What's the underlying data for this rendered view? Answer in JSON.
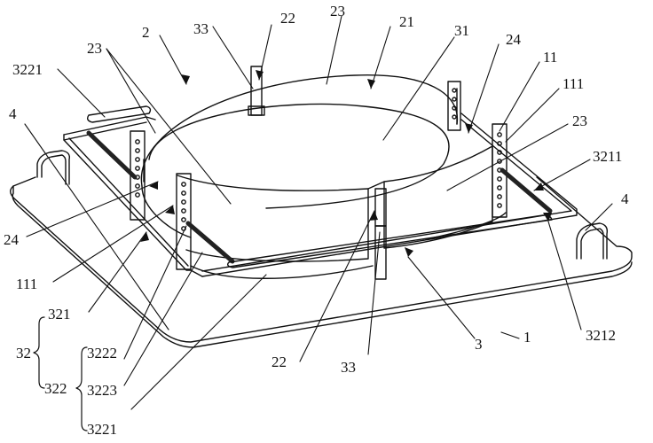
{
  "figure": {
    "labels": [
      {
        "id": "l-2",
        "text": "2"
      },
      {
        "id": "l-33-top",
        "text": "33"
      },
      {
        "id": "l-22-top",
        "text": "22"
      },
      {
        "id": "l-23-top",
        "text": "23"
      },
      {
        "id": "l-21",
        "text": "21"
      },
      {
        "id": "l-31",
        "text": "31"
      },
      {
        "id": "l-24-right",
        "text": "24"
      },
      {
        "id": "l-11",
        "text": "11"
      },
      {
        "id": "l-111-right",
        "text": "111"
      },
      {
        "id": "l-23-right",
        "text": "23"
      },
      {
        "id": "l-3211",
        "text": "3211"
      },
      {
        "id": "l-4-right",
        "text": "4"
      },
      {
        "id": "l-3212",
        "text": "3212"
      },
      {
        "id": "l-1",
        "text": "1"
      },
      {
        "id": "l-3",
        "text": "3"
      },
      {
        "id": "l-33-bottom",
        "text": "33"
      },
      {
        "id": "l-22-bottom",
        "text": "22"
      },
      {
        "id": "l-3221-bottom",
        "text": "3221"
      },
      {
        "id": "l-3223",
        "text": "3223"
      },
      {
        "id": "l-3222",
        "text": "3222"
      },
      {
        "id": "l-322",
        "text": "322"
      },
      {
        "id": "l-32",
        "text": "32"
      },
      {
        "id": "l-321",
        "text": "321"
      },
      {
        "id": "l-111-left",
        "text": "111"
      },
      {
        "id": "l-24-left",
        "text": "24"
      },
      {
        "id": "l-4-left",
        "text": "4"
      },
      {
        "id": "l-3221-top",
        "text": "3221"
      },
      {
        "id": "l-23-left",
        "text": "23"
      }
    ]
  }
}
